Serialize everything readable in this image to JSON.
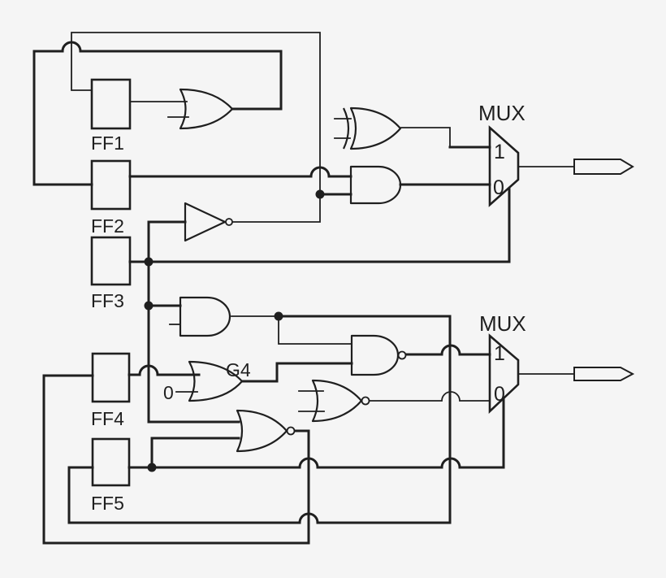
{
  "diagram": {
    "type": "logic-circuit-schematic",
    "colors": {
      "background": "#f5f5f5",
      "ink": "#1f1f1f"
    },
    "flipflops": [
      {
        "label": "FF1"
      },
      {
        "label": "FF2"
      },
      {
        "label": "FF3"
      },
      {
        "label": "FF4"
      },
      {
        "label": "FF5"
      }
    ],
    "muxes": [
      {
        "label": "MUX",
        "input_1": "1",
        "input_0": "0"
      },
      {
        "label": "MUX",
        "input_1": "1",
        "input_0": "0"
      }
    ],
    "g4": {
      "label": "G4"
    },
    "constants": {
      "g4_zero": "0"
    },
    "components": [
      "or-gate",
      "xor-gate",
      "and-gate",
      "inverter-gate",
      "and-gate",
      "or-gate-g4",
      "nand-gate",
      "nor-gate",
      "nor-gate",
      "mux",
      "mux",
      "output-pin",
      "output-pin"
    ]
  }
}
